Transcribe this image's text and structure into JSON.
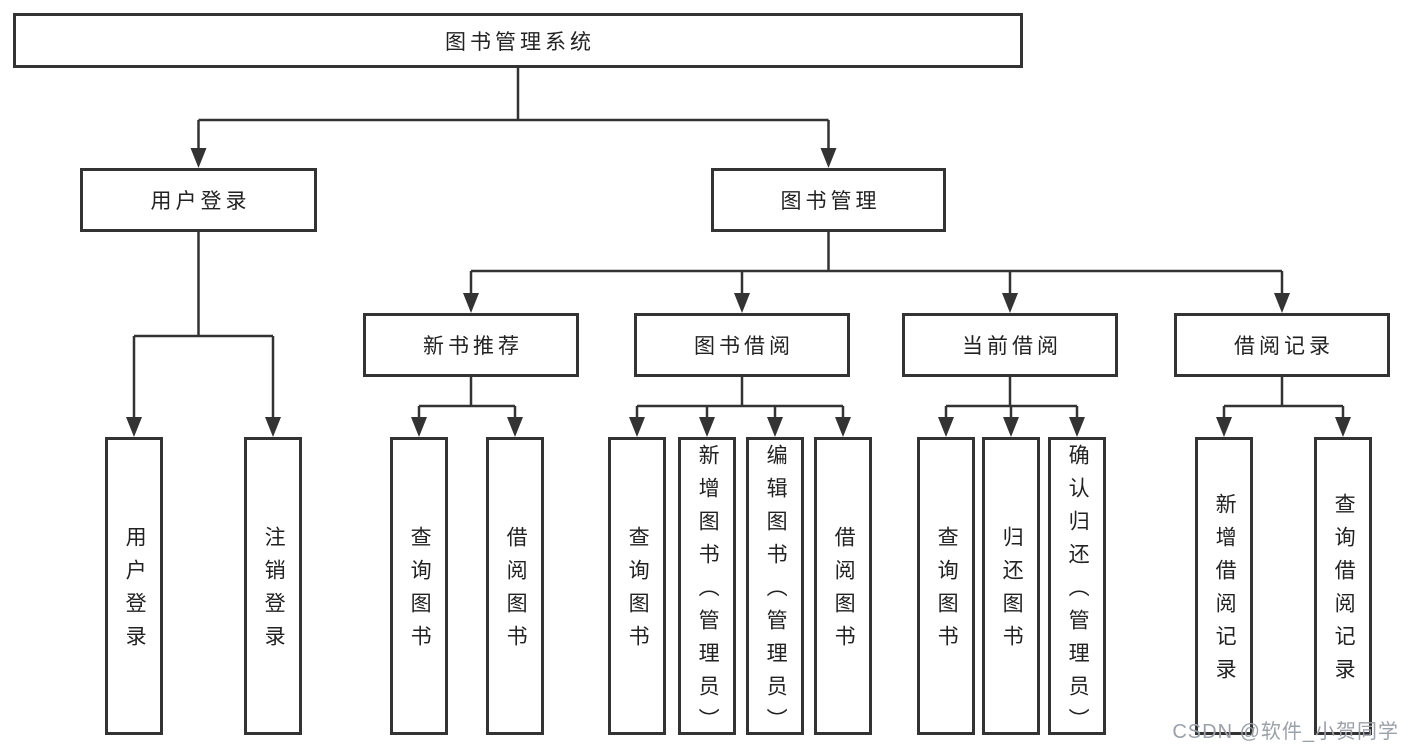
{
  "theme": {
    "line_color": "#333333",
    "text_color": "#222222",
    "box_bg": "#ffffff",
    "watermark_color": "#9ba1a9"
  },
  "tree": {
    "root": {
      "label": "图书管理系统"
    },
    "branches": [
      {
        "label": "用户登录",
        "leaves": [
          {
            "label": "用户登录"
          },
          {
            "label": "注销登录"
          }
        ]
      },
      {
        "label": "图书管理",
        "groups": [
          {
            "label": "新书推荐",
            "leaves": [
              {
                "label": "查询图书"
              },
              {
                "label": "借阅图书"
              }
            ]
          },
          {
            "label": "图书借阅",
            "leaves": [
              {
                "label": "查询图书"
              },
              {
                "label": "新增图书（管理员）"
              },
              {
                "label": "编辑图书（管理员）"
              },
              {
                "label": "借阅图书"
              }
            ]
          },
          {
            "label": "当前借阅",
            "leaves": [
              {
                "label": "查询图书"
              },
              {
                "label": "归还图书"
              },
              {
                "label": "确认归还（管理员）"
              }
            ]
          },
          {
            "label": "借阅记录",
            "leaves": [
              {
                "label": "新增借阅记录"
              },
              {
                "label": "查询借阅记录"
              }
            ]
          }
        ]
      }
    ]
  },
  "watermark": {
    "text": "CSDN @软件_小贺同学"
  }
}
